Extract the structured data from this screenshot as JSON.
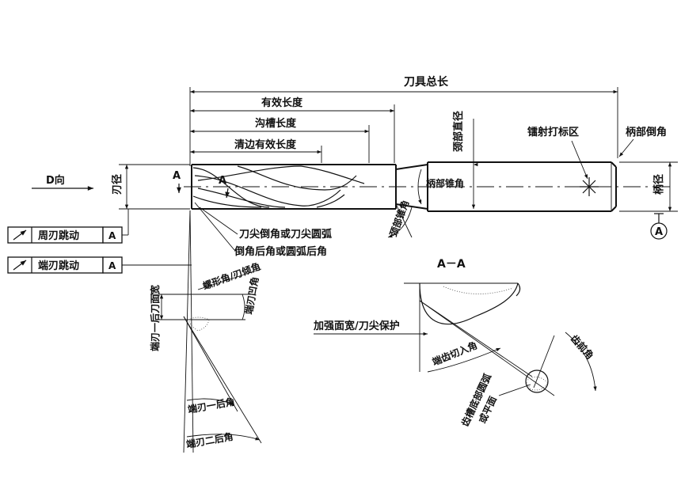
{
  "labels": {
    "total_length": "刀具总长",
    "effective_length": "有效长度",
    "flute_length": "沟槽长度",
    "clear_edge_length": "清边有效长度",
    "neck_diameter": "颈部直径",
    "laser_mark_area": "镭射打标区",
    "shank_chamfer": "柄部倒角",
    "d_direction": "D向",
    "edge_diameter": "刃径",
    "section_a1": "A",
    "section_a2": "A",
    "shank_taper_angle": "柄部锥角",
    "neck_taper_angle": "颈部锥角",
    "shank_diameter": "柄径",
    "datum_a": "A",
    "tip_chamfer": "刀尖倒角或刀尖圆弧",
    "chamfer_back_angle": "倒角后角或圆弧后角",
    "gash_angle": "螺形角/刃倾角",
    "end_edge_width": "端刃一后刀面宽",
    "concave_angle": "端刃凹角",
    "end_first_clearance": "端刃一后角",
    "end_second_clearance": "端刃二后角",
    "section_aa": "A－A",
    "reinforced_face": "加强面宽/刀尖保护",
    "end_gash_angle": "端齿切入角",
    "flute_core": "齿槽底部圆弧",
    "flute_core2": "或平面",
    "rake_angle": "齿前角"
  },
  "tolerances": {
    "radial_runout": "周刃跳动",
    "radial_ref": "A",
    "axial_runout": "端刃跳动",
    "axial_ref": "A"
  },
  "icons": {
    "runout": "runout-arrow-icon",
    "laser": "laser-target-icon"
  }
}
